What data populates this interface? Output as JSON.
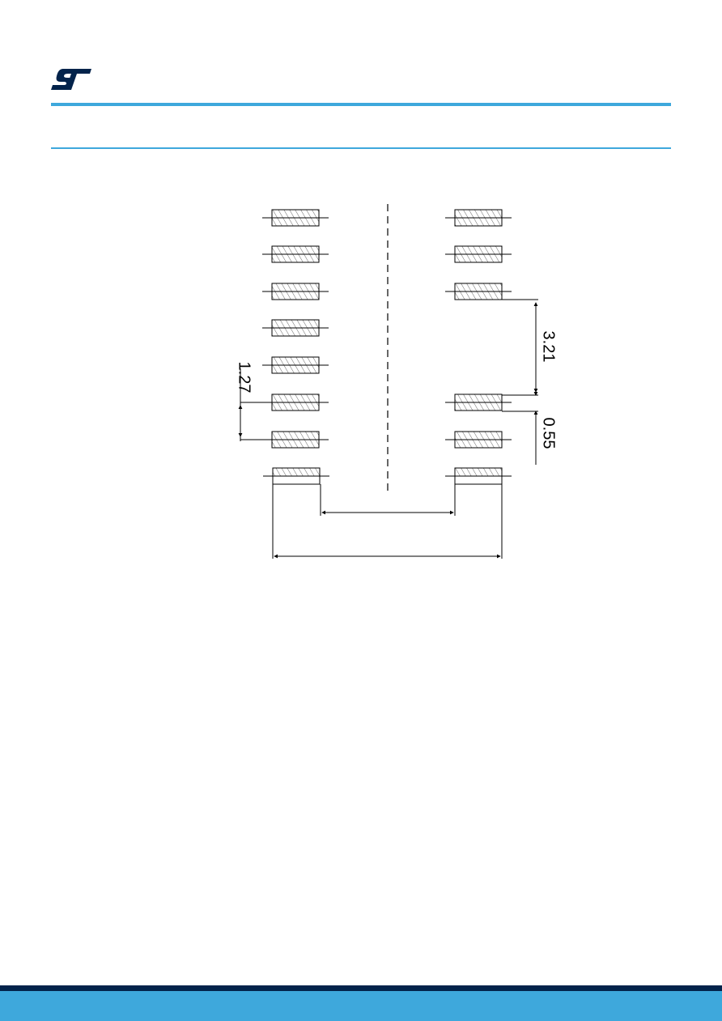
{
  "colors": {
    "accent": "#3ea8dc",
    "footer_dark": "#03234b",
    "logo": "#03234b",
    "line": "#000000"
  },
  "logo_icon": "st-logo-icon",
  "dimensions": {
    "pitch": "1.27",
    "row_gap": "3.21",
    "pad_width": "0.55"
  }
}
